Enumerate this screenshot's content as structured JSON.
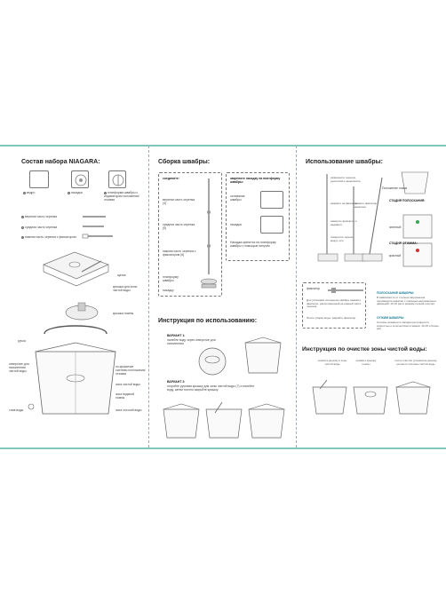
{
  "colors": {
    "edge": "#7fc7bd",
    "line": "#777777",
    "accent_red": "#d33030"
  },
  "panel1": {
    "title": "Состав набора NIAGARA:",
    "items": [
      {
        "num": "1",
        "label": "ведро"
      },
      {
        "num": "2",
        "label": "насадка"
      },
      {
        "num": "3",
        "label": "платформа швабры с индикатором положения/отжима"
      }
    ],
    "handles": [
      {
        "num": "4",
        "label": "верхняя часть черенка"
      },
      {
        "num": "5",
        "label": "средняя часть черенка"
      },
      {
        "num": "6",
        "label": "нижняя часть черенка с фиксатором"
      }
    ],
    "parts": {
      "brush": "щетка",
      "lid": "крышка для зоны чистой воды",
      "pump_lid": "крышка помпы",
      "handle": "ручка",
      "fill_hole": "отверстие для наполнения чистой воды",
      "pump": "по-крышечке системы полоскания/отжима",
      "clean_zone": "зона чистой воды",
      "dirty_zone": "зона водяной помпы",
      "waste_zone": "зона сточной воды",
      "drain": "слив воды"
    }
  },
  "panel2": {
    "title": "Сборка швабры:",
    "connect_title": "соедините:",
    "connect_items": [
      "верхняя часть черенка (4)",
      "средняя часть черенка (5)",
      "нижняя часть черенка с фиксатором (6)",
      "платформу швабры",
      "насадку"
    ],
    "attach_title": "закрепите насадку на платформу швабры:",
    "attach_items": [
      "основание швабры",
      "насадка"
    ],
    "attach_note": "Насадка крепится на платформу швабры с помощью липучек",
    "usage_title": "Инструкция по использованию:",
    "variant1_title": "ВАРИАНТ 1:",
    "variant1_text": "налейте воду через отверстие для наполнения",
    "variant2_title": "ВАРИАНТ 2:",
    "variant2_text": "откройте ручками крышку для зоны чистой воды (7) и налейте воду, затем плотно закройте крышку."
  },
  "panel3": {
    "title": "Использование швабры:",
    "mop_notes": [
      "разверните черенок рукояткой и защелкните",
      "нажмите на фиксатор",
      "замкните фиксатор и надавите",
      "поверните черенок вокруг оси",
      "нажмите фиксатор нажатием"
    ],
    "side_labels": {
      "top_position": "Положение ножки",
      "rinse_stage": "СТАДИЯ ПОЛОСКАНИЯ:",
      "squeeze_stage": "СТАДИЯ ОТЖИМА:",
      "green": "зеленый",
      "red": "красный"
    },
    "fixer": "фиксатор",
    "bullets": [
      "Для установки положения швабры нажмите фиксатор, расположенный на нижней части черенка.",
      "После уборки воды: закройте фиксатор."
    ],
    "rinse_title": "ПОЛОСКАНИЕ ШВАБРЫ:",
    "rinse_text": "В зависимости от степени загрязнения производите нажатие с помощью вертикальных движений. 10-15 раз в режиме полной очистки.",
    "squeeze_title": "ОТЖИМ ШВАБРЫ:",
    "squeeze_text": "Степень влажности насадки регулируется скоростью и количеством отжимов. 10-15 и более раз.",
    "clean_title": "Инструкция по очистке зоны чистой воды:",
    "clean_steps": [
      "снимите крышку в зоне чистой воды",
      "снимите крышку помпы",
      "после очистки установите крышку на место системы чистой воды"
    ]
  }
}
